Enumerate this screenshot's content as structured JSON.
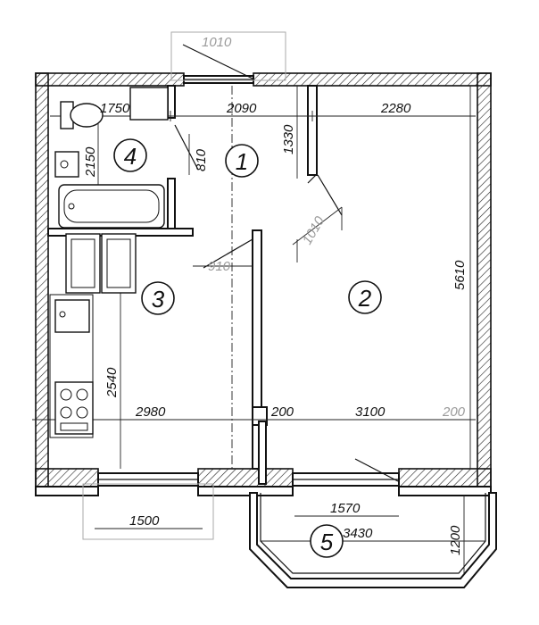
{
  "rooms": [
    {
      "num": "1"
    },
    {
      "num": "2"
    },
    {
      "num": "3"
    },
    {
      "num": "4"
    },
    {
      "num": "5"
    }
  ],
  "dimensions": {
    "top_window": "1010",
    "bath_width": "1750",
    "corridor_width": "2090",
    "room2_width": "2280",
    "bath_height": "2150",
    "door_810": "810",
    "room2_depth_top": "1330",
    "door_1010": "1010",
    "door_910": "910",
    "room2_depth": "5610",
    "kitchen_height": "2540",
    "kitchen_width": "2980",
    "wall_200_a": "200",
    "room2_width_bottom": "3100",
    "wall_200_b": "200",
    "window_1500": "1500",
    "balcony_door": "1570",
    "balcony_width": "3430",
    "balcony_depth": "1200"
  }
}
